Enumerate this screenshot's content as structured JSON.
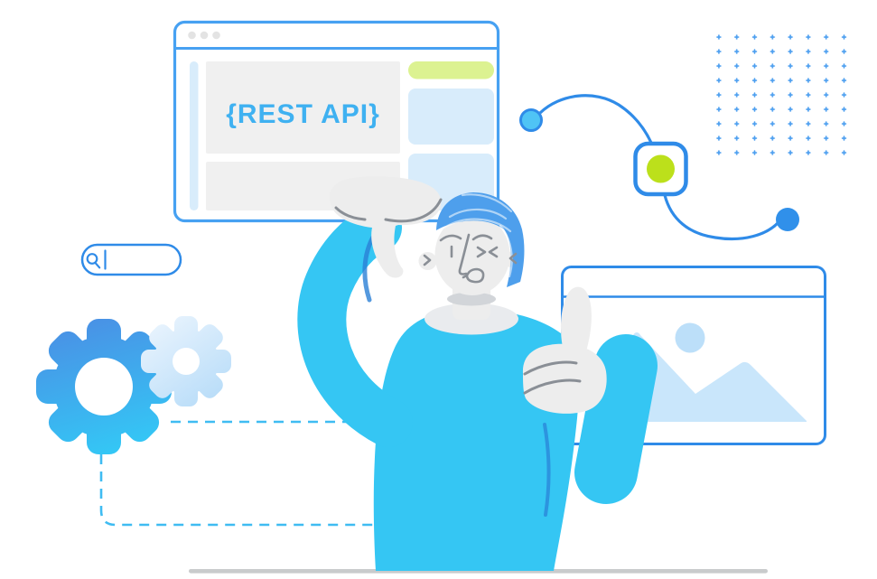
{
  "illustration": {
    "description": "REST API concept illustration: man making frame gesture and thumbs-up between a browser mockup, search bar, gears, node connector, dots grid and image placeholder",
    "browser": {
      "label": "{REST API}",
      "window_controls": "three-dots",
      "panels": [
        "main-content-panel",
        "secondary-content-panel"
      ],
      "right_column": [
        "green-pill",
        "card",
        "card"
      ]
    },
    "search": {
      "value": "",
      "icon": "magnifier-icon",
      "cursor": "text-caret"
    },
    "connector": {
      "node": "rounded-square",
      "node_dot": "green-circle",
      "endpoints": 2
    },
    "dots_grid": {
      "columns": 8,
      "rows": 9
    },
    "gears": {
      "large": "blue-gradient-gear",
      "small": "light-blue-gear"
    },
    "image_placeholder": {
      "elements": [
        "header-line",
        "sun-circle",
        "mountains"
      ]
    }
  },
  "palette": {
    "outline_blue": "#2F8BE8",
    "browser_border": "#47A1F2",
    "text_blue": "#3FB1F1",
    "panel_gray": "#F0F0F0",
    "light_blue": "#D8ECFB",
    "pale_blue": "#C9E6FB",
    "sun_blue": "#BCDFF9",
    "pill_green": "#DCF291",
    "node_green": "#BCE01B",
    "sweater_cyan": "#35C6F3",
    "sweater_shade": "#2A7FD6",
    "hair_blue": "#4E9FEC",
    "skin_gray": "#EDEDED",
    "detail_gray": "#8A8F96",
    "shadow_gray": "#D2D5D9",
    "collar_gray": "#E9EBEE",
    "window_dot_gray": "#E3E3E3",
    "ground_gray": "#C9CBCC",
    "dash_cyan": "#3FBCF2",
    "dot_blue": "#4D9FF0",
    "gear_grad_top": "#4B8DE4",
    "gear_grad_bottom": "#33C9F6",
    "gear_small_top": "#EEF6FE",
    "gear_small_bottom": "#B5DBF8"
  }
}
